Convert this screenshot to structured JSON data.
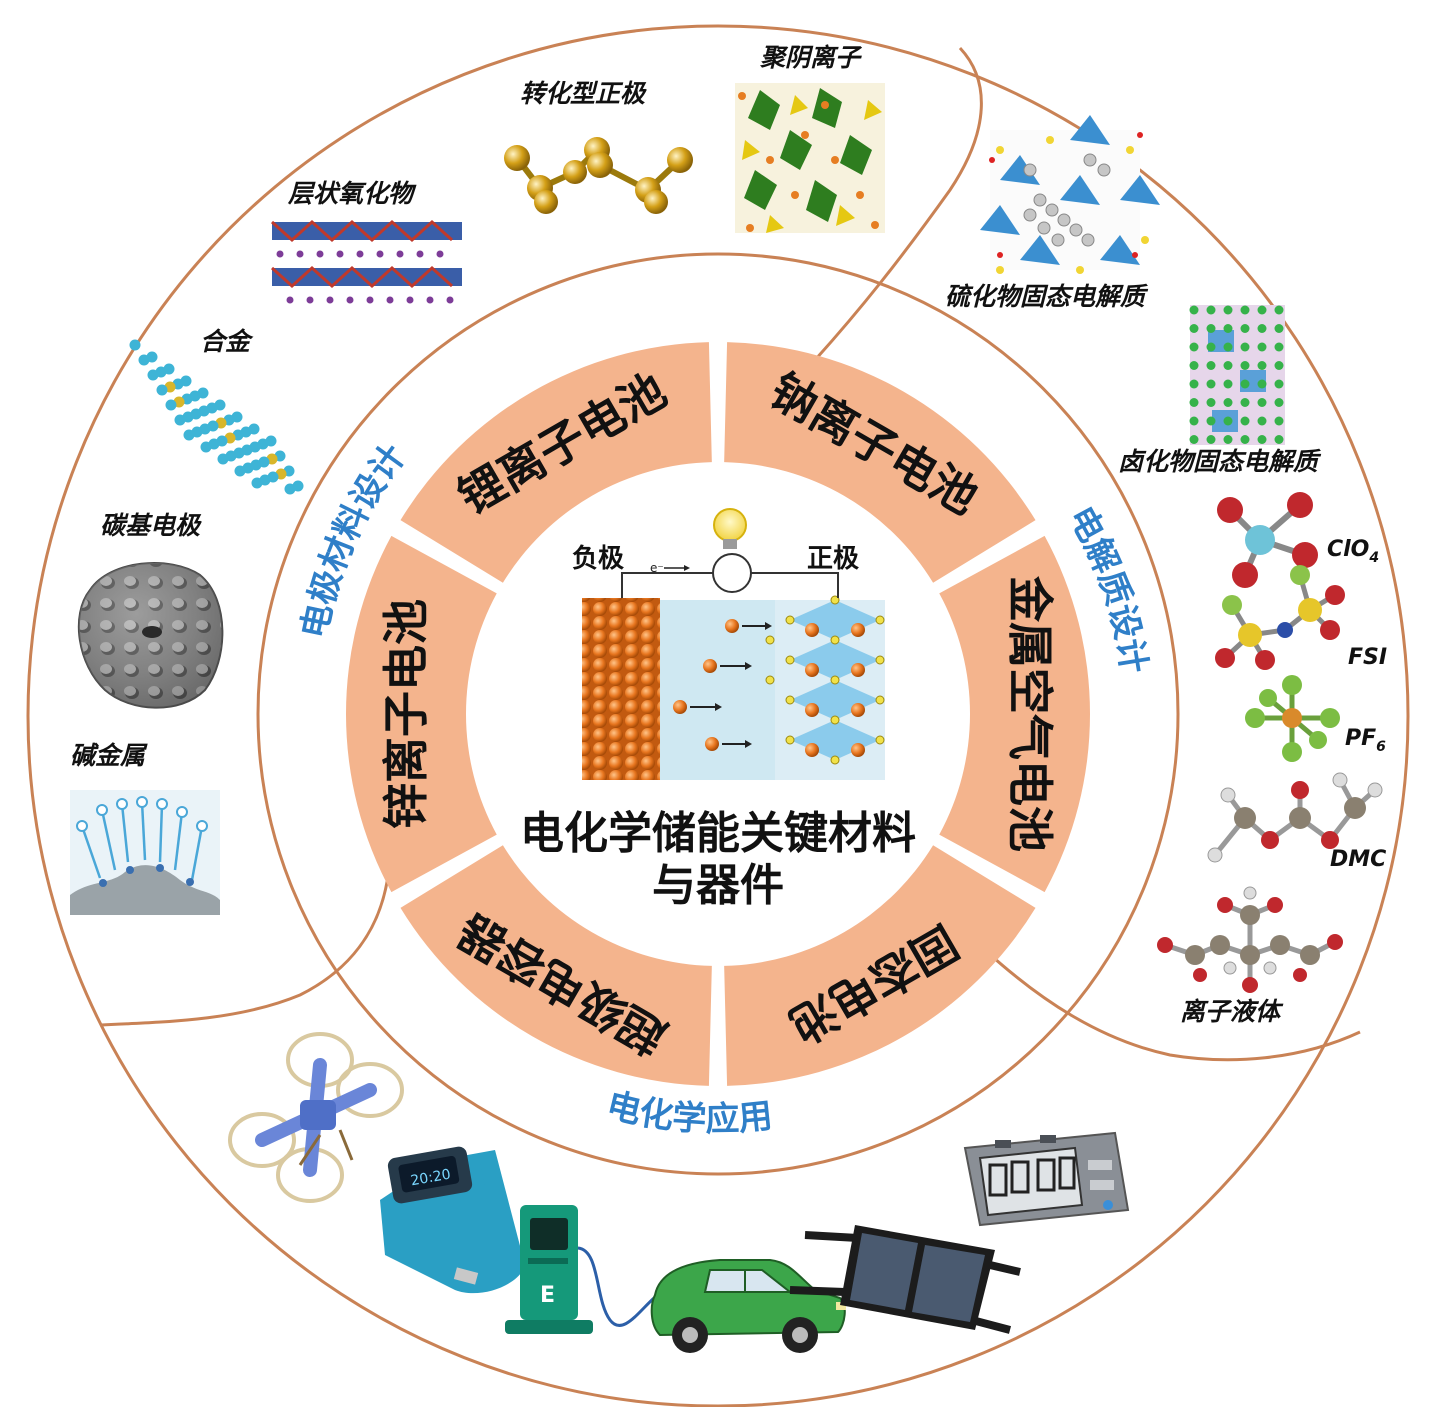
{
  "center": {
    "title_line1": "电化学储能关键材料",
    "title_line2": "与器件",
    "anode_label": "负极",
    "cathode_label": "正极",
    "electron_label": "e⁻"
  },
  "segments": [
    "钠离子电池",
    "金属空气电池",
    "固态电池",
    "超级电容器",
    "锌离子电池",
    "锂离子电池"
  ],
  "categories": {
    "electrode": "电极材料设计",
    "electrolyte": "电解质设计",
    "application": "电化学应用"
  },
  "electrode_items": {
    "layered_oxide": "层状氧化物",
    "conversion_cathode": "转化型正极",
    "polyanion": "聚阴离子",
    "alloy": "合金",
    "carbon": "碳基电极",
    "alkali_metal": "碱金属"
  },
  "electrolyte_items": {
    "sulfide": "硫化物固态电解质",
    "halide": "卤化物固态电解质",
    "clo4": "ClO",
    "clo4_sub": "4",
    "fsi": "FSI",
    "pf6": "PF",
    "pf6_sub": "6",
    "dmc": "DMC",
    "ionic_liquid": "离子液体"
  },
  "devices": {
    "watch_time": "20:20",
    "charger_letter": "E"
  },
  "colors": {
    "ring_fill": "#f4b48d",
    "ring_line": "#d9865a",
    "accent_blue": "#2f7fc8",
    "orange": "#e8761f",
    "electrolyte_bg": "#cfe8f2"
  }
}
